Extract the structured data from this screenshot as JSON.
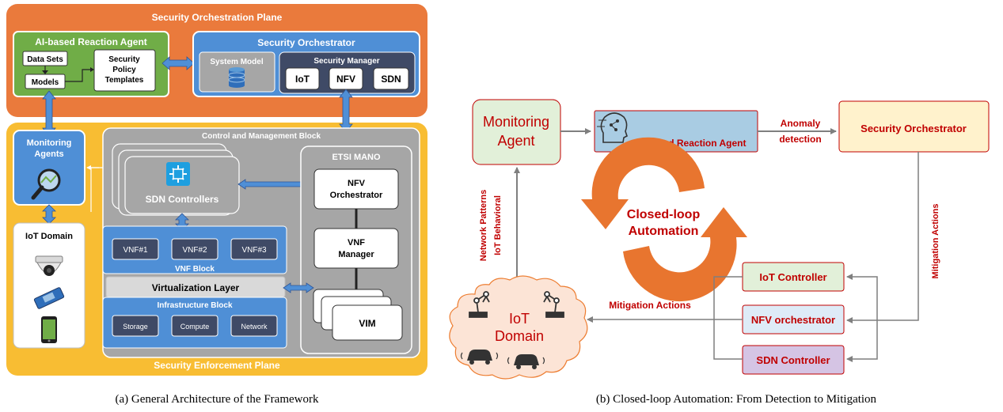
{
  "panel_a": {
    "orchestration_plane_title": "Security Orchestration Plane",
    "ai_agent_title": "AI-based Reaction Agent",
    "data_sets": "Data Sets",
    "models": "Models",
    "policy_templates": [
      "Security",
      "Policy",
      "Templates"
    ],
    "security_orchestrator_title": "Security Orchestrator",
    "system_model": "System Model",
    "security_manager": "Security Manager",
    "iot": "IoT",
    "nfv": "NFV",
    "sdn": "SDN",
    "monitoring_agents": [
      "Monitoring",
      "Agents"
    ],
    "iot_domain": "IoT Domain",
    "control_block_title": "Control and Management Block",
    "sdn_controllers": "SDN Controllers",
    "etsi_mano": "ETSI MANO",
    "nfv_orchestrator": [
      "NFV",
      "Orchestrator"
    ],
    "vnf_manager": [
      "VNF",
      "Manager"
    ],
    "vim": "VIM",
    "vnfs": [
      "VNF#1",
      "VNF#2",
      "VNF#3"
    ],
    "vnf_block": "VNF Block",
    "virtualization_layer": "Virtualization Layer",
    "infrastructure_block": "Infrastructure Block",
    "infra_items": [
      "Storage",
      "Compute",
      "Network"
    ],
    "enforcement_plane_title": "Security Enforcement Plane",
    "caption": "(a)  General Architecture of the Framework"
  },
  "panel_b": {
    "monitoring_agent": [
      "Monitoring",
      "Agent"
    ],
    "ai_reaction_agent": "AI based Reaction Agent",
    "anomaly_detection": [
      "Anomaly",
      "detection"
    ],
    "security_orchestrator": "Security Orchestrator",
    "closed_loop": [
      "Closed-loop",
      "Automation"
    ],
    "network_patterns": "Network Patterns",
    "iot_behavioral": "IoT Behavioral",
    "mitigation_actions_vertical": "Mitigation Actions",
    "mitigation_actions": "Mitigation Actions",
    "iot_controller": "IoT Controller",
    "nfv_orchestrator": "NFV orchestrator",
    "sdn_controller": "SDN Controller",
    "iot_domain": [
      "IoT",
      "Domain"
    ],
    "caption": "(b)  Closed-loop Automation: From Detection to Mitigation"
  },
  "colors": {
    "orange": "#EA7A3C",
    "yellow": "#F8BD33",
    "green": "#70AD47",
    "blue": "#4F8FD6",
    "gray": "#A6A6A6",
    "navy": "#3F4A66",
    "red_text": "#C00000"
  }
}
